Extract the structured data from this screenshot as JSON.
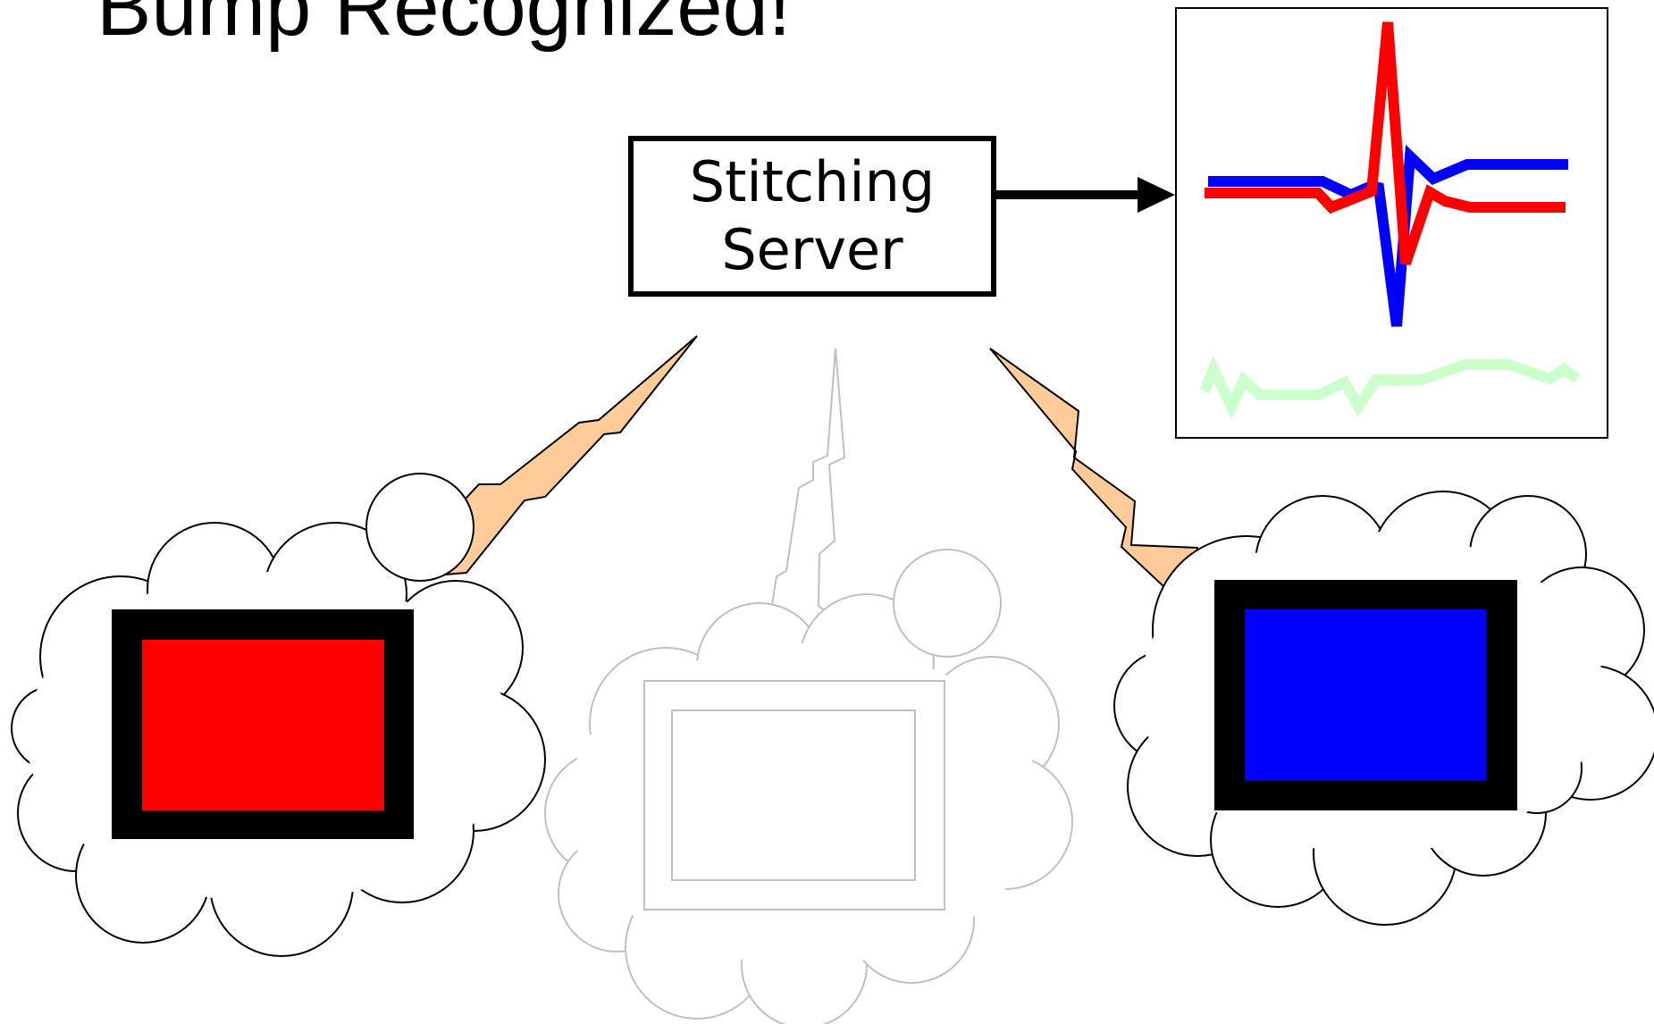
{
  "title": "Bump Recognized!",
  "server": {
    "line1": "Stitching",
    "line2": "Server"
  },
  "colors": {
    "red_device": "#ff0000",
    "blue_device": "#0000ff",
    "faded_device": "#c0c0c0",
    "signal_red": "#ff0000",
    "signal_blue": "#0000ff",
    "signal_green": "#ccffcc",
    "lightning": "#ffcc99"
  },
  "devices": [
    {
      "name": "left-phone",
      "screen_color": "red"
    },
    {
      "name": "middle-phone",
      "screen_color": "none",
      "faded": true
    },
    {
      "name": "right-phone",
      "screen_color": "blue"
    }
  ]
}
